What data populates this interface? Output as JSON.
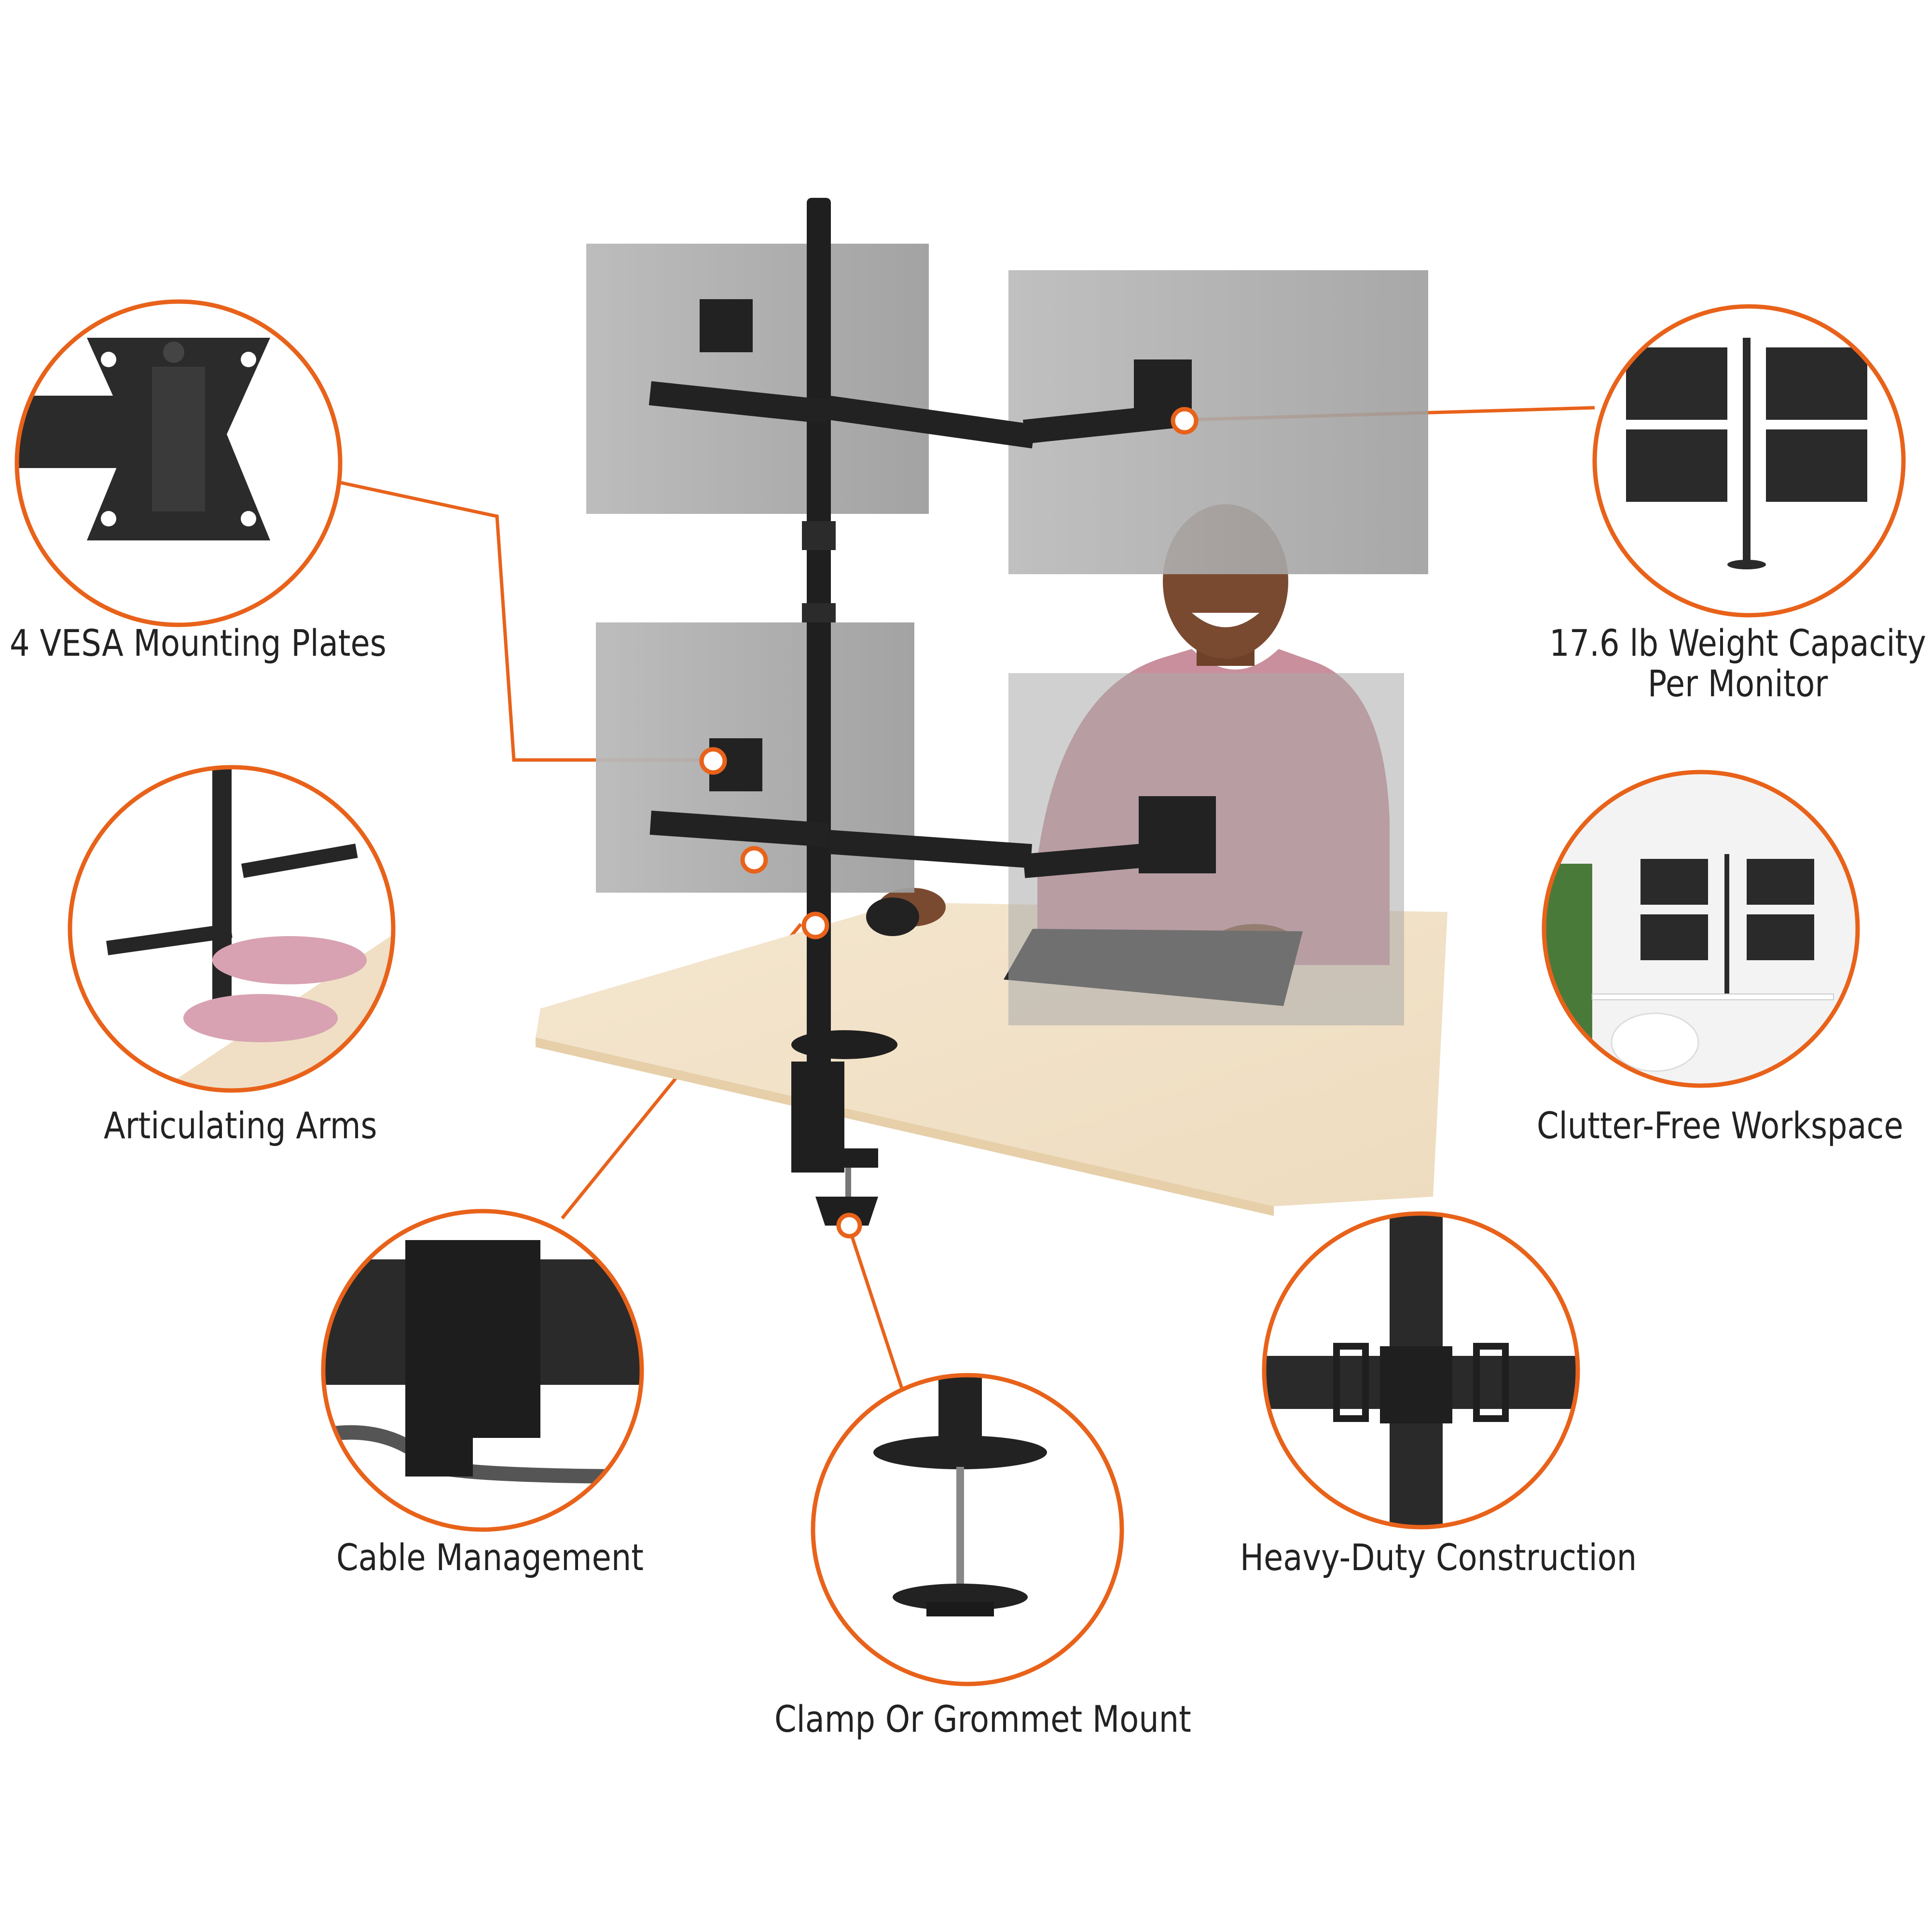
{
  "features": {
    "vesa_plates": "4 VESA Mounting Plates",
    "weight_line1": "17.6 lb Weight Capacity",
    "weight_line2": "Per Monitor",
    "articulating": "Articulating Arms",
    "clutter_free": "Clutter-Free Workspace",
    "cable": "Cable Management",
    "heavy_duty": "Heavy-Duty Construction",
    "clamp": "Clamp Or Grommet Mount"
  },
  "colors": {
    "accent": "#e8621a",
    "metal": "#1f1f1f",
    "monitor": "#a9a9a9",
    "desk": "#f1e3cc",
    "shirt": "#c98f9c",
    "skin": "#7a4a30"
  }
}
